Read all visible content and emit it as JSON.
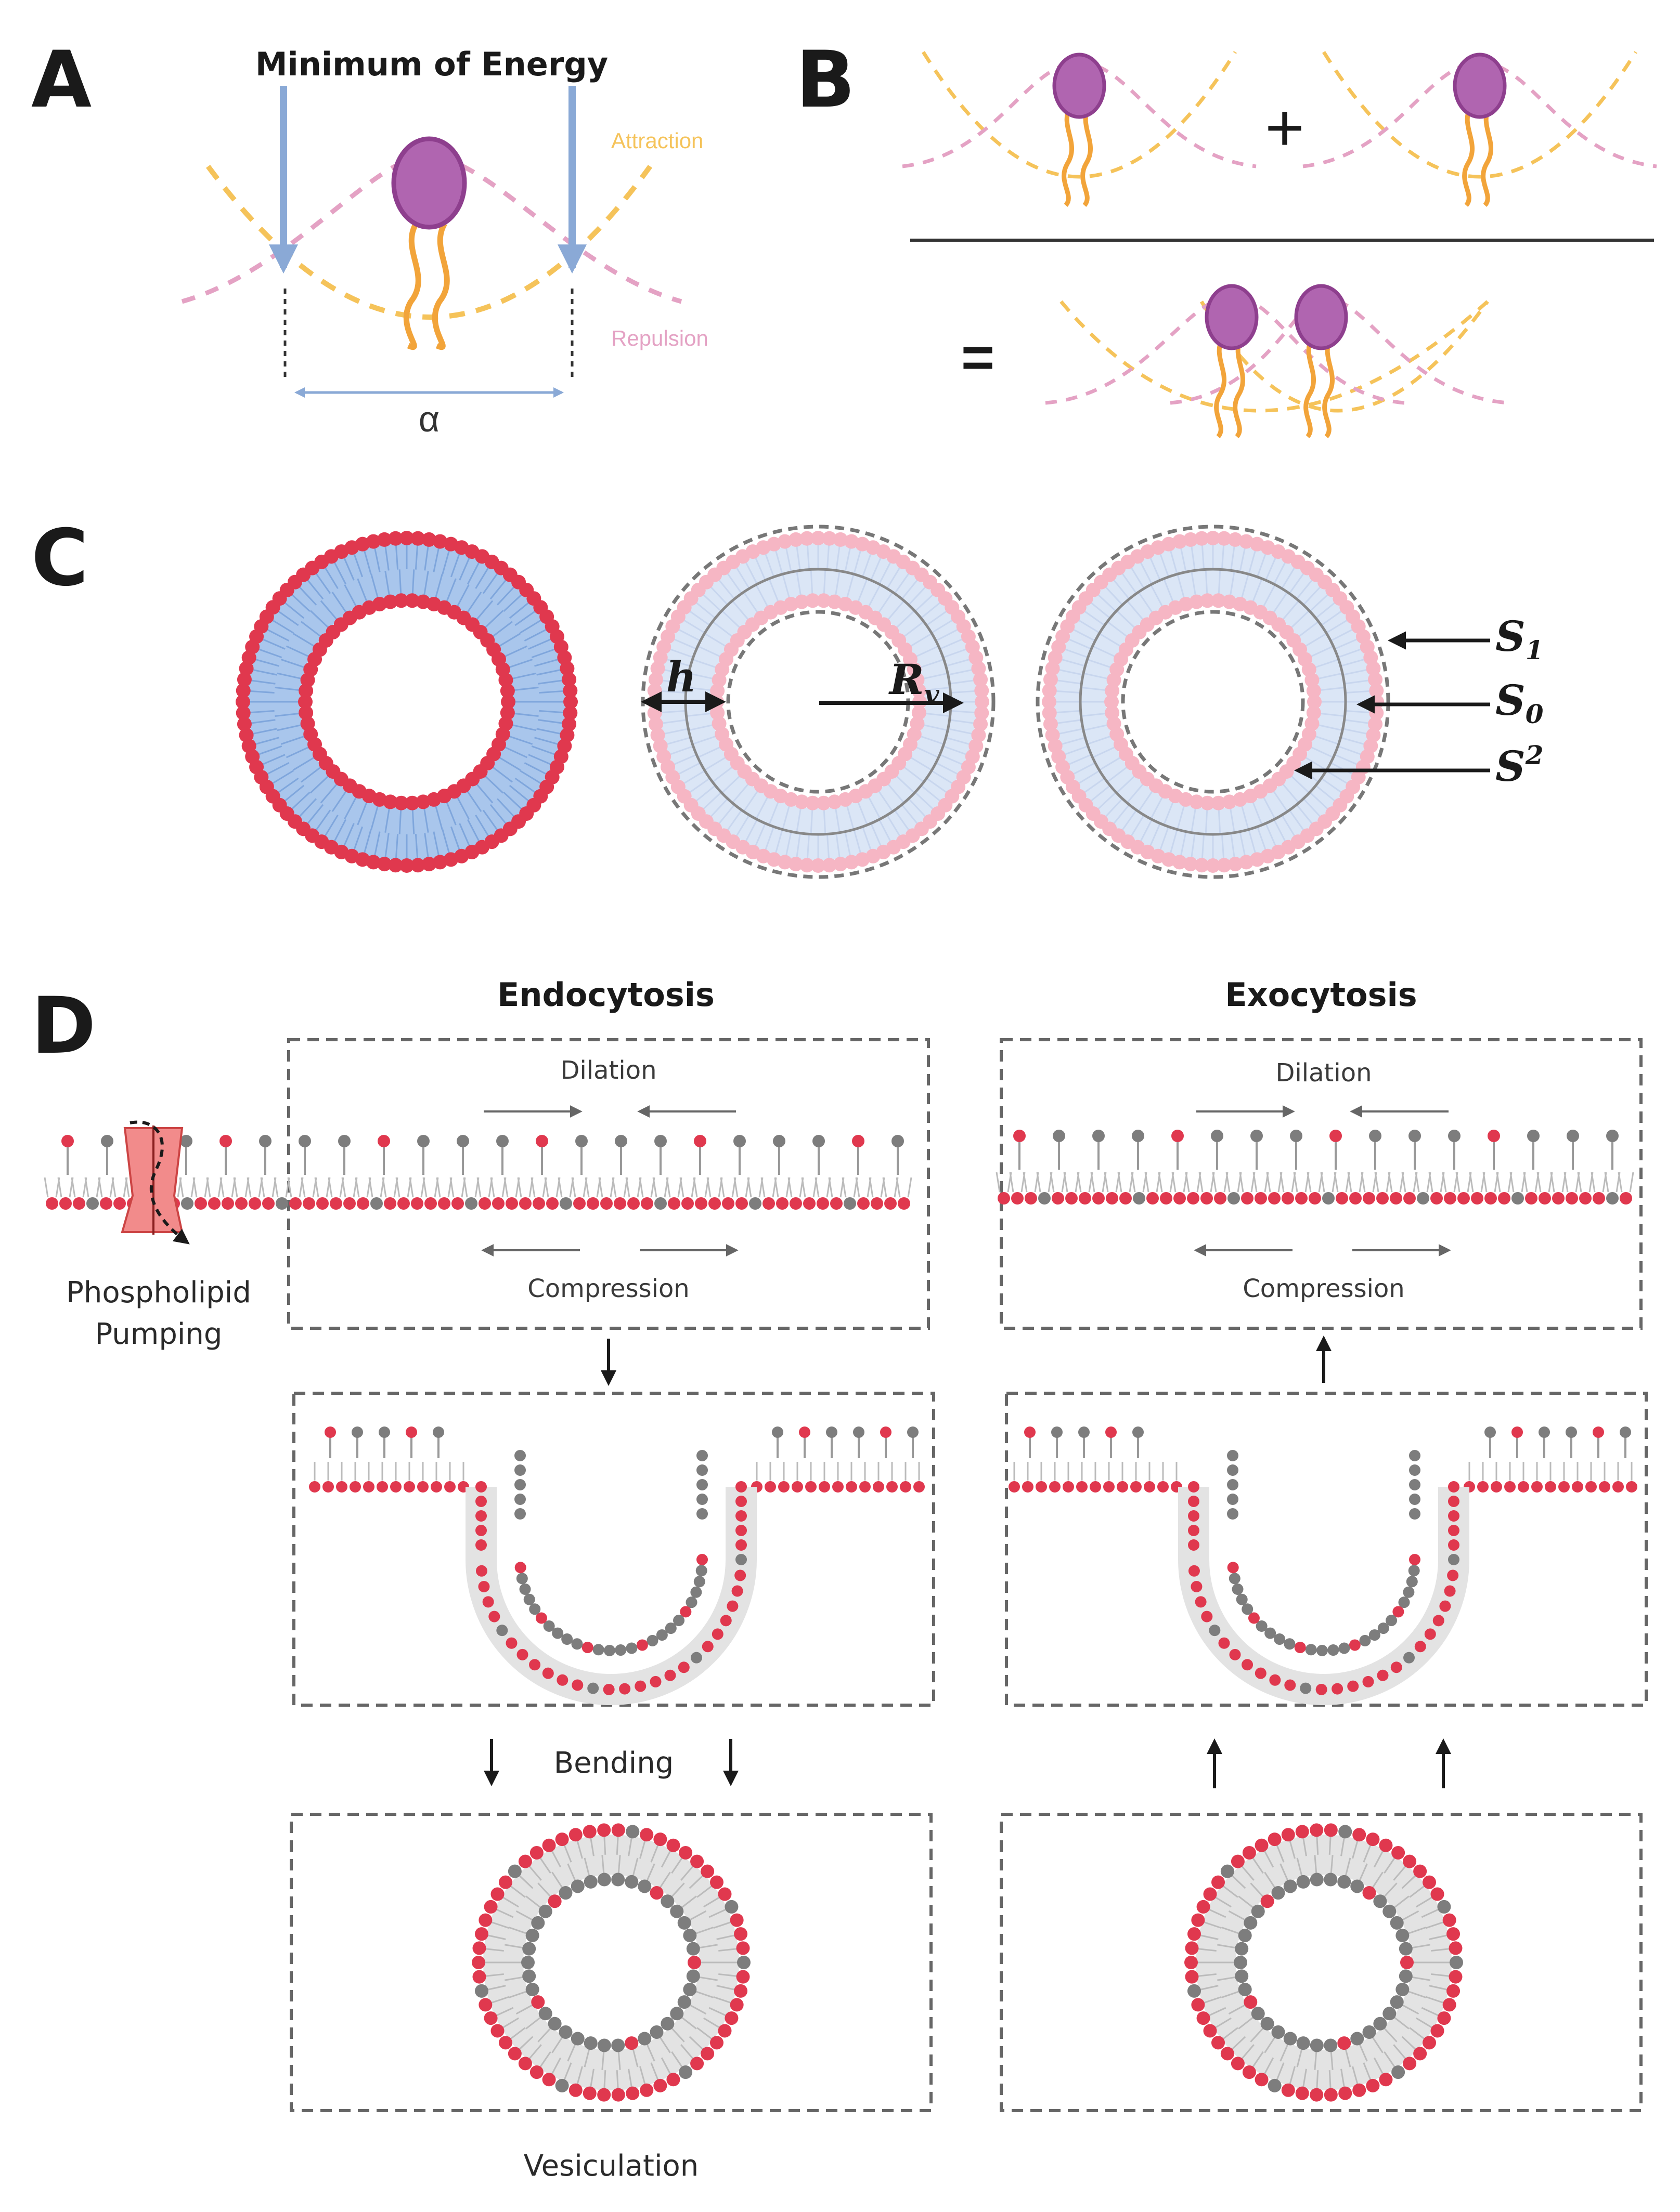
{
  "panels": {
    "a": "A",
    "b": "B",
    "c": "C",
    "d": "D"
  },
  "panel_a": {
    "title": "Minimum of Energy",
    "attraction": "Attraction",
    "repulsion": "Repulsion",
    "alpha": "α"
  },
  "panel_b": {
    "plus": "+",
    "equals": "="
  },
  "panel_c": {
    "h": "h",
    "rv": "R",
    "rv_sub": "v",
    "s1": "S",
    "s1_sub": "1",
    "s0": "S",
    "s0_sub": "0",
    "s2": "S",
    "s2_sup": "2"
  },
  "panel_d": {
    "endocytosis": "Endocytosis",
    "exocytosis": "Exocytosis",
    "dilation": "Dilation",
    "compression": "Compression",
    "pumping_line1": "Phospholipid",
    "pumping_line2": "Pumping",
    "bending": "Bending",
    "vesiculation": "Vesiculation"
  },
  "colors": {
    "head_red": "#e0384e",
    "head_gray": "#7d7d7d",
    "head_purple": "#b065b0",
    "tail_orange": "#f2a43a",
    "attraction": "#f5c35a",
    "repulsion": "#e4a2c4",
    "arrow_blue": "#8aa9d6",
    "pump": "#f28b8b"
  }
}
